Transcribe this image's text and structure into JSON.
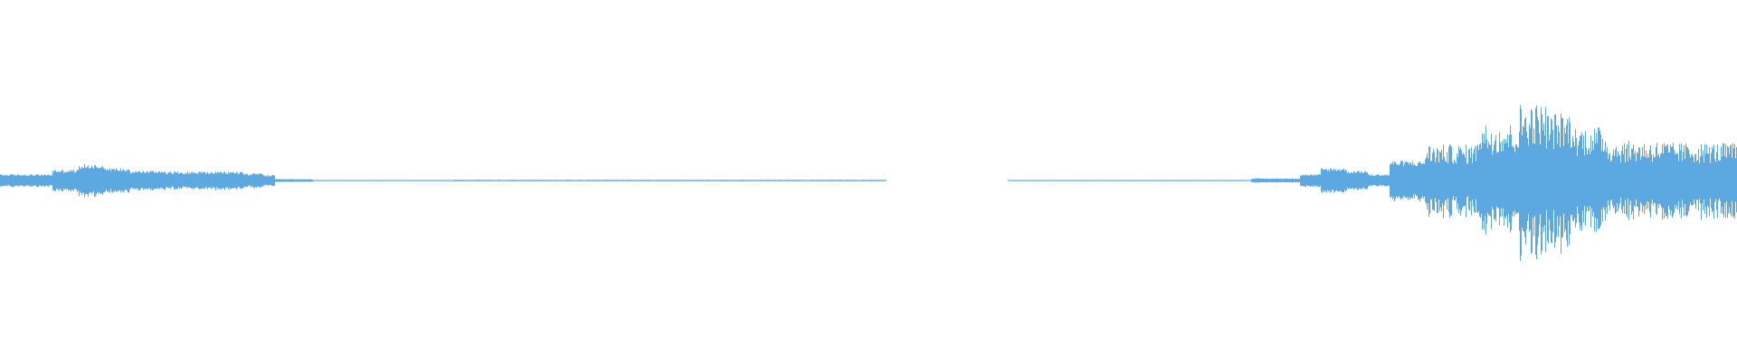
{
  "waveform": {
    "color": "#5DA8E0",
    "background": "#FFFFFF",
    "segments": [
      {
        "from": 0.0,
        "to": 0.03,
        "amp": 0.035
      },
      {
        "from": 0.03,
        "to": 0.045,
        "amp": 0.06
      },
      {
        "from": 0.045,
        "to": 0.06,
        "amp": 0.09
      },
      {
        "from": 0.06,
        "to": 0.075,
        "amp": 0.07
      },
      {
        "from": 0.075,
        "to": 0.095,
        "amp": 0.055
      },
      {
        "from": 0.095,
        "to": 0.14,
        "amp": 0.05
      },
      {
        "from": 0.14,
        "to": 0.152,
        "amp": 0.04
      },
      {
        "from": 0.152,
        "to": 0.158,
        "amp": 0.03
      },
      {
        "from": 0.158,
        "to": 0.18,
        "amp": 0.008
      },
      {
        "from": 0.18,
        "to": 0.26,
        "amp": 0.003
      },
      {
        "from": 0.26,
        "to": 0.51,
        "amp": 0.004
      },
      {
        "from": 0.51,
        "to": 0.58,
        "amp": 0.0
      },
      {
        "from": 0.58,
        "to": 0.72,
        "amp": 0.003
      },
      {
        "from": 0.72,
        "to": 0.748,
        "amp": 0.012
      },
      {
        "from": 0.748,
        "to": 0.76,
        "amp": 0.035
      },
      {
        "from": 0.76,
        "to": 0.775,
        "amp": 0.07
      },
      {
        "from": 0.775,
        "to": 0.787,
        "amp": 0.055
      },
      {
        "from": 0.787,
        "to": 0.8,
        "amp": 0.035
      },
      {
        "from": 0.8,
        "to": 0.82,
        "amp": 0.11
      },
      {
        "from": 0.82,
        "to": 0.85,
        "amp": 0.2
      },
      {
        "from": 0.85,
        "to": 0.875,
        "amp": 0.32
      },
      {
        "from": 0.875,
        "to": 0.89,
        "amp": 0.43
      },
      {
        "from": 0.89,
        "to": 0.905,
        "amp": 0.38
      },
      {
        "from": 0.905,
        "to": 0.925,
        "amp": 0.3
      },
      {
        "from": 0.925,
        "to": 0.96,
        "amp": 0.22
      },
      {
        "from": 0.96,
        "to": 1.0,
        "amp": 0.21
      }
    ]
  }
}
